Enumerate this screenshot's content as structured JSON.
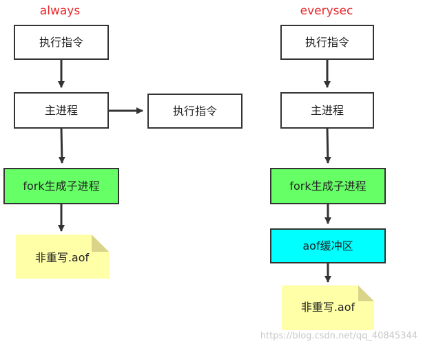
{
  "left": {
    "title": "always",
    "exec_top": "执行指令",
    "main_process": "主进程",
    "exec_side": "执行指令",
    "fork": "fork生成子进程",
    "note": "非重写.aof"
  },
  "right": {
    "title": "everysec",
    "exec_top": "执行指令",
    "main_process": "主进程",
    "fork": "fork生成子进程",
    "buffer": "aof缓冲区",
    "note": "非重写.aof"
  },
  "watermark": "https://blog.csdn.net/qq_40845344",
  "colors": {
    "title": "#e8262b",
    "fork_box": "#66ff66",
    "buffer_box": "#00ffff",
    "note": "#ffffa8",
    "stroke": "#333333"
  }
}
